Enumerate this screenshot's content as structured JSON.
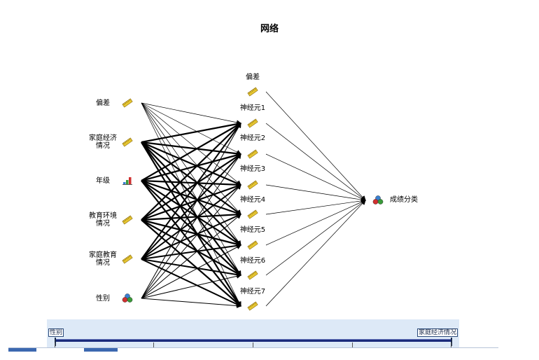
{
  "title": "网络",
  "input_layer": {
    "nodes": [
      {
        "label": "偏差",
        "icon": "ruler-icon"
      },
      {
        "label": "家庭经济\n情况",
        "icon": "ruler-icon"
      },
      {
        "label": "年级",
        "icon": "bar-chart-icon"
      },
      {
        "label": "教育环境\n情况",
        "icon": "ruler-icon"
      },
      {
        "label": "家庭教育\n情况",
        "icon": "ruler-icon"
      },
      {
        "label": "性别",
        "icon": "nominal-circles-icon"
      }
    ]
  },
  "hidden_layer": {
    "nodes": [
      {
        "label": "偏差",
        "icon": "ruler-icon"
      },
      {
        "label": "神经元1",
        "icon": "ruler-icon"
      },
      {
        "label": "神经元2",
        "icon": "ruler-icon"
      },
      {
        "label": "神经元3",
        "icon": "ruler-icon"
      },
      {
        "label": "神经元4",
        "icon": "ruler-icon"
      },
      {
        "label": "神经元5",
        "icon": "ruler-icon"
      },
      {
        "label": "神经元6",
        "icon": "ruler-icon"
      },
      {
        "label": "神经元7",
        "icon": "ruler-icon"
      }
    ]
  },
  "output_layer": {
    "nodes": [
      {
        "label": "成绩分类",
        "icon": "nominal-circles-icon"
      }
    ]
  },
  "slider": {
    "left_label": "性别",
    "right_label": "家庭经济情况"
  },
  "colors": {
    "line": "#000000",
    "ruler": "#e8c832",
    "slider_bg": "#dde9f7",
    "track": "#1a2a7a"
  }
}
